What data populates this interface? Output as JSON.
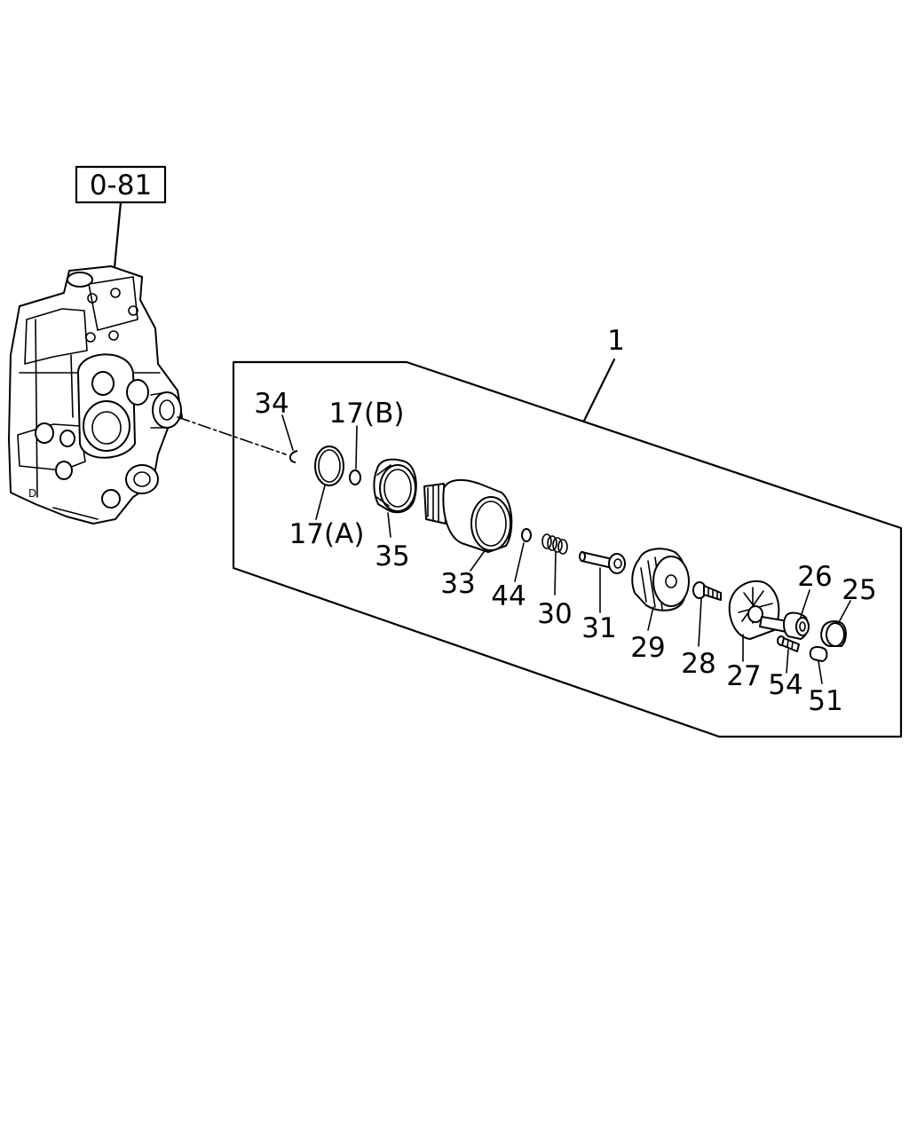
{
  "reference_box": "0-81",
  "labels": {
    "p1": "1",
    "p34": "34",
    "p17b": "17(B)",
    "p17a": "17(A)",
    "p35": "35",
    "p33": "33",
    "p44": "44",
    "p30": "30",
    "p31": "31",
    "p29": "29",
    "p28": "28",
    "p27": "27",
    "p26": "26",
    "p25": "25",
    "p54": "54",
    "p51": "51"
  }
}
